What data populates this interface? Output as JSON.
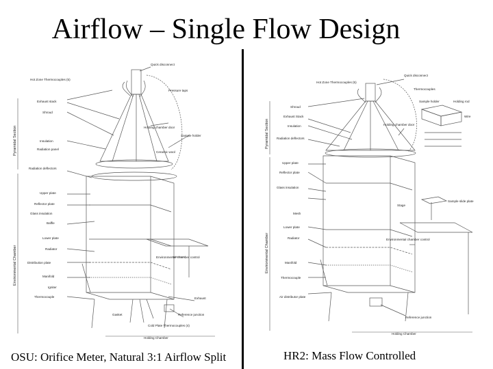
{
  "slide": {
    "title": "Airflow – Single Flow Design"
  },
  "left_diagram": {
    "caption": "OSU: Orifice Meter, Natural 3:1 Airflow Split",
    "side_labels": {
      "pyramid": "Pyramidal Section",
      "environmental": "Environmental Chamber"
    },
    "labels": {
      "quick_disconnect": "Quick disconnect",
      "hot_zone_thermocouples": "Hot Zone Thermocouples (5)",
      "pressure_taps": "Pressure taps",
      "shroud": "Shroud",
      "exhaust_stack": "Exhaust stack",
      "holding_chamber_door": "Holding chamber door",
      "sample_holder": "Sample holder",
      "radiation_panel": "Radiation panel",
      "insulation": "Insulation",
      "ceramic_wool": "Ceramic wool",
      "radiation_deflectors": "Radiation deflectors",
      "upper_plate": "Upper plate",
      "reflector_plate": "Reflector plate",
      "glass_insulation": "Glass insulation",
      "baffle": "Baffle",
      "lower_plate": "Lower plate",
      "radiator": "Radiator",
      "distribution_plate": "Distribution plate",
      "manifold": "Manifold",
      "igniter": "Igniter",
      "thermocouple": "Thermocouple",
      "environmental_chamber_control": "Environmental chamber control",
      "exhaust": "Exhaust",
      "gasket": "Gasket",
      "reference_junction": "Reference junction",
      "cold_plate_thermocouples": "Cold Plate Thermocouples (4)",
      "holding_chamber": "Holding Chamber"
    }
  },
  "right_diagram": {
    "caption": "HR2: Mass Flow Controlled",
    "side_labels": {
      "pyramid": "Pyramidal Section",
      "environmental": "Environmental Chamber"
    },
    "labels": {
      "quick_disconnect": "Quick disconnect",
      "hot_zone_thermocouples": "Hot Zone Thermocouples (5)",
      "thermocouples": "Thermocouples",
      "shroud": "Shroud",
      "exhaust_stack": "Exhaust Stack",
      "holding_chamber_door": "Holding chamber door",
      "sample_holder": "Sample holder",
      "holding_rod": "Holding rod",
      "wire": "Wire",
      "insulation": "Insulation",
      "radiation_deflectors": "Radiation deflectors",
      "upper_plate": "Upper plate",
      "reflector_plate": "Reflector plate",
      "glass_insulation": "Glass insulation",
      "stage": "Stage",
      "sample_slide_plate": "Sample slide plate",
      "mesh": "Mesh",
      "lower_plate": "Lower plate",
      "radiator": "Radiator",
      "environmental_chamber_control": "Environmental chamber control",
      "manifold": "Manifold",
      "thermocouple": "Thermocouple",
      "air_distributor_plate": "Air distributor plate",
      "reference_junction": "Reference junction",
      "holding_chamber": "Holding Chamber"
    }
  }
}
